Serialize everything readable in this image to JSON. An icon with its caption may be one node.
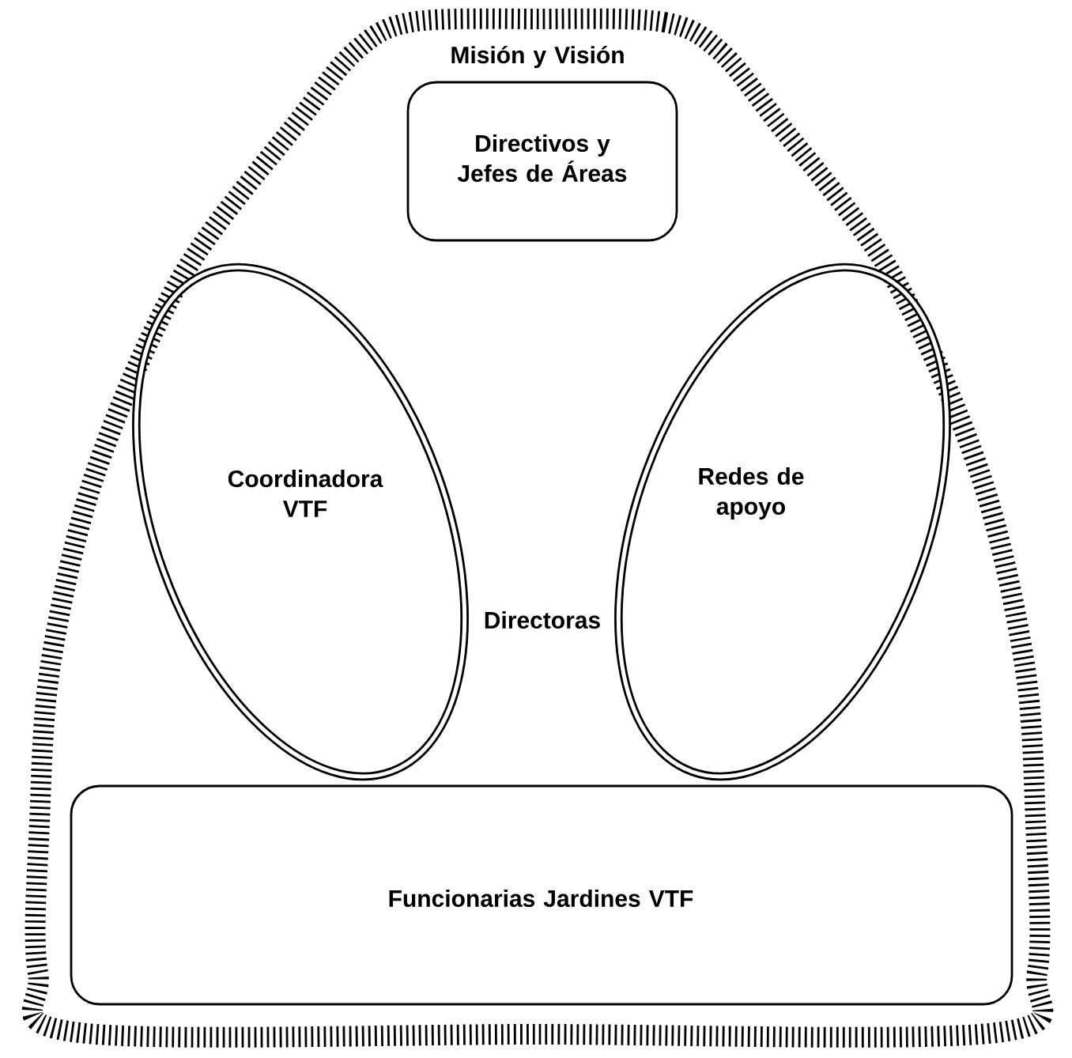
{
  "diagram": {
    "nodes": [
      {
        "text": [
          "Misión y Visión"
        ]
      },
      {
        "text": [
          "Directivos y Jefes de Áreas"
        ],
        "in": 0
      },
      {
        "text": [
          "Coordinadora VTF"
        ],
        "in": 0
      },
      {
        "text": [
          "Redes de apoyo"
        ],
        "in": 0
      },
      {
        "text": [
          "Funcionarias Jardines VTF"
        ],
        "in": 0
      }
    ],
    "labels": [
      "Directoras"
    ]
  }
}
